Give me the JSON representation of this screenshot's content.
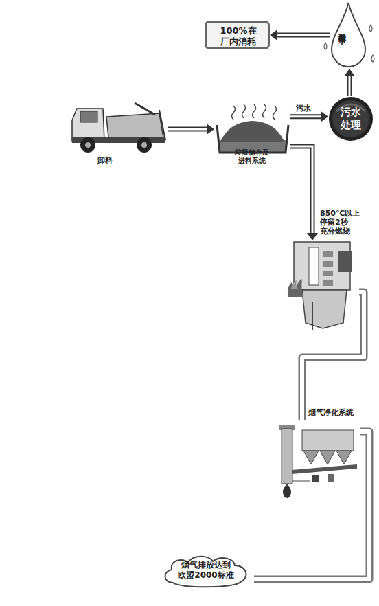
{
  "diagram": {
    "nodes": [
      {
        "text": [
          "100%在 厂内消耗"
        ]
      },
      {
        "text": [
          "处理后的 中水"
        ]
      },
      {
        "text": [
          "卸料"
        ]
      },
      {
        "text": [
          "垃圾储存及 进料系统"
        ]
      },
      {
        "text": [
          "污水 处理"
        ]
      },
      {
        "text": [
          "850℃以上 停留2秒 充分燃烧"
        ]
      },
      {
        "text": [
          "烟气净化系统"
        ]
      },
      {
        "text": [
          "烟气排放达到 欧盟2000标准"
        ]
      }
    ],
    "edges": [
      {
        "from": 2,
        "to": 3,
        "arrow": "to"
      },
      {
        "from": 3,
        "to": 4,
        "label": "污水",
        "arrow": "to"
      },
      {
        "from": 4,
        "to": 1,
        "arrow": "to"
      },
      {
        "from": 1,
        "to": 0,
        "arrow": "to"
      },
      {
        "from": 3,
        "to": 5,
        "arrow": "to"
      },
      {
        "from": 5,
        "to": 6,
        "arrow": "none"
      },
      {
        "from": 6,
        "to": 7,
        "arrow": "none"
      }
    ]
  }
}
